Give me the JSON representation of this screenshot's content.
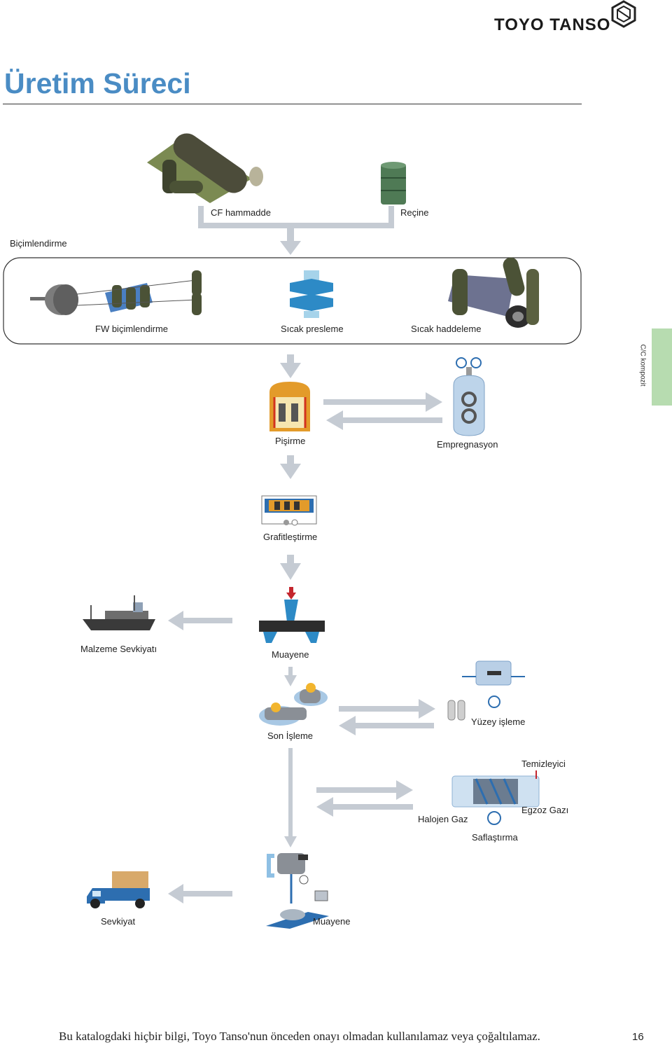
{
  "header": {
    "brand": "TOYO TANSO",
    "logo_icon": "hexagon-logo-icon"
  },
  "title": "Üretim Süreci",
  "side_tab": {
    "label": "C/C kompozit",
    "color": "#b7dcb0"
  },
  "colors": {
    "title": "#4a8cc4",
    "arrow": "#c5cbd3",
    "rule": "#333333"
  },
  "labels": {
    "cf_raw": "CF hammadde",
    "resin": "Reçine",
    "forming": "Biçimlendirme",
    "fw_forming": "FW biçimlendirme",
    "hot_press": "Sıcak presleme",
    "hot_roll": "Sıcak haddeleme",
    "baking": "Pişirme",
    "impregnation": "Empregnasyon",
    "graphitization": "Grafitleştirme",
    "material_shipping": "Malzeme Sevkiyatı",
    "inspection_1": "Muayene",
    "machining": "Son İşleme",
    "surface_treatment": "Yüzey işleme",
    "scrubber": "Temizleyici",
    "exhaust_gas": "Egzoz Gazı",
    "halogen_gas": "Halojen Gaz",
    "purification": "Saflaştırma",
    "shipping": "Sevkiyat",
    "inspection_2": "Muayene"
  },
  "footer": {
    "disclaimer": "Bu katalogdaki hiçbir bilgi, Toyo Tanso'nun önceden onayı olmadan kullanılamaz veya çoğaltılamaz.",
    "page_number": "16"
  }
}
